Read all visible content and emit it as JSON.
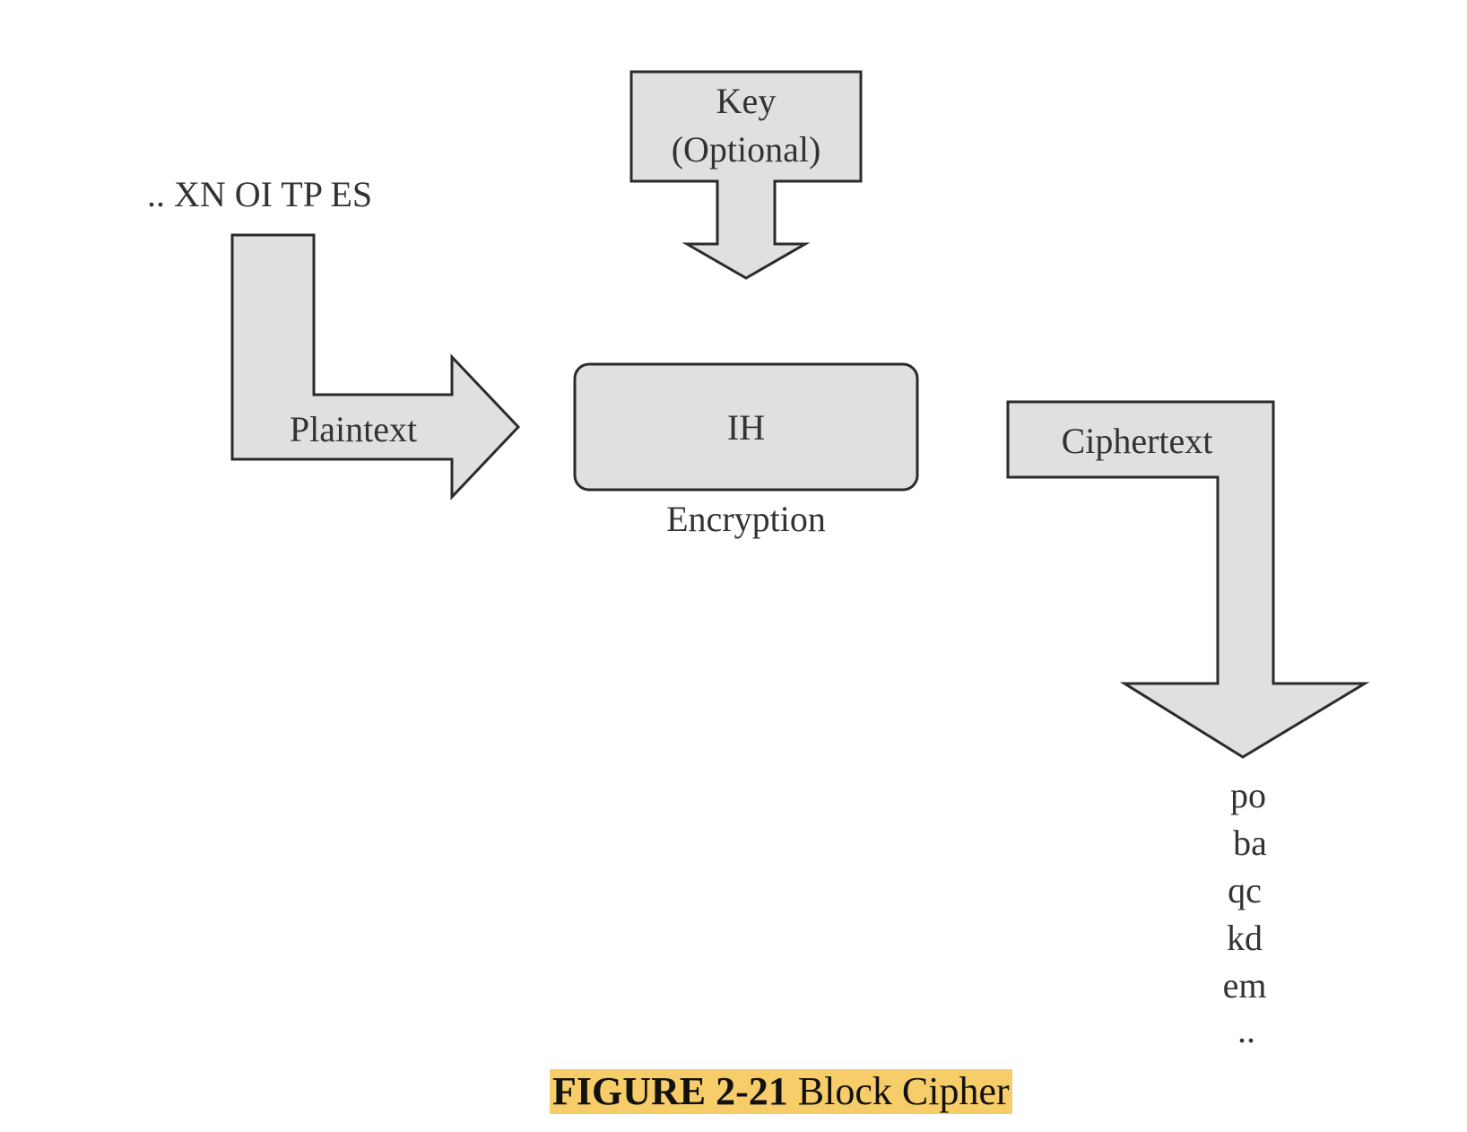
{
  "plaintext_input": ".. XN OI TP ES",
  "plaintext_label": "Plaintext",
  "key_label_line1": "Key",
  "key_label_line2": "(Optional)",
  "encryption_box_text": "IH",
  "encryption_label": "Encryption",
  "ciphertext_label": "Ciphertext",
  "ciphertext_output": [
    "po",
    "ba",
    "qc",
    "kd",
    "em",
    ".."
  ],
  "caption": {
    "number": "FIGURE 2-21",
    "title": "Block Cipher",
    "highlight_color": "#f7cd6a"
  },
  "colors": {
    "shape_fill": "#e0e0e2",
    "shape_stroke": "#2b2b2b",
    "text": "#333333"
  }
}
